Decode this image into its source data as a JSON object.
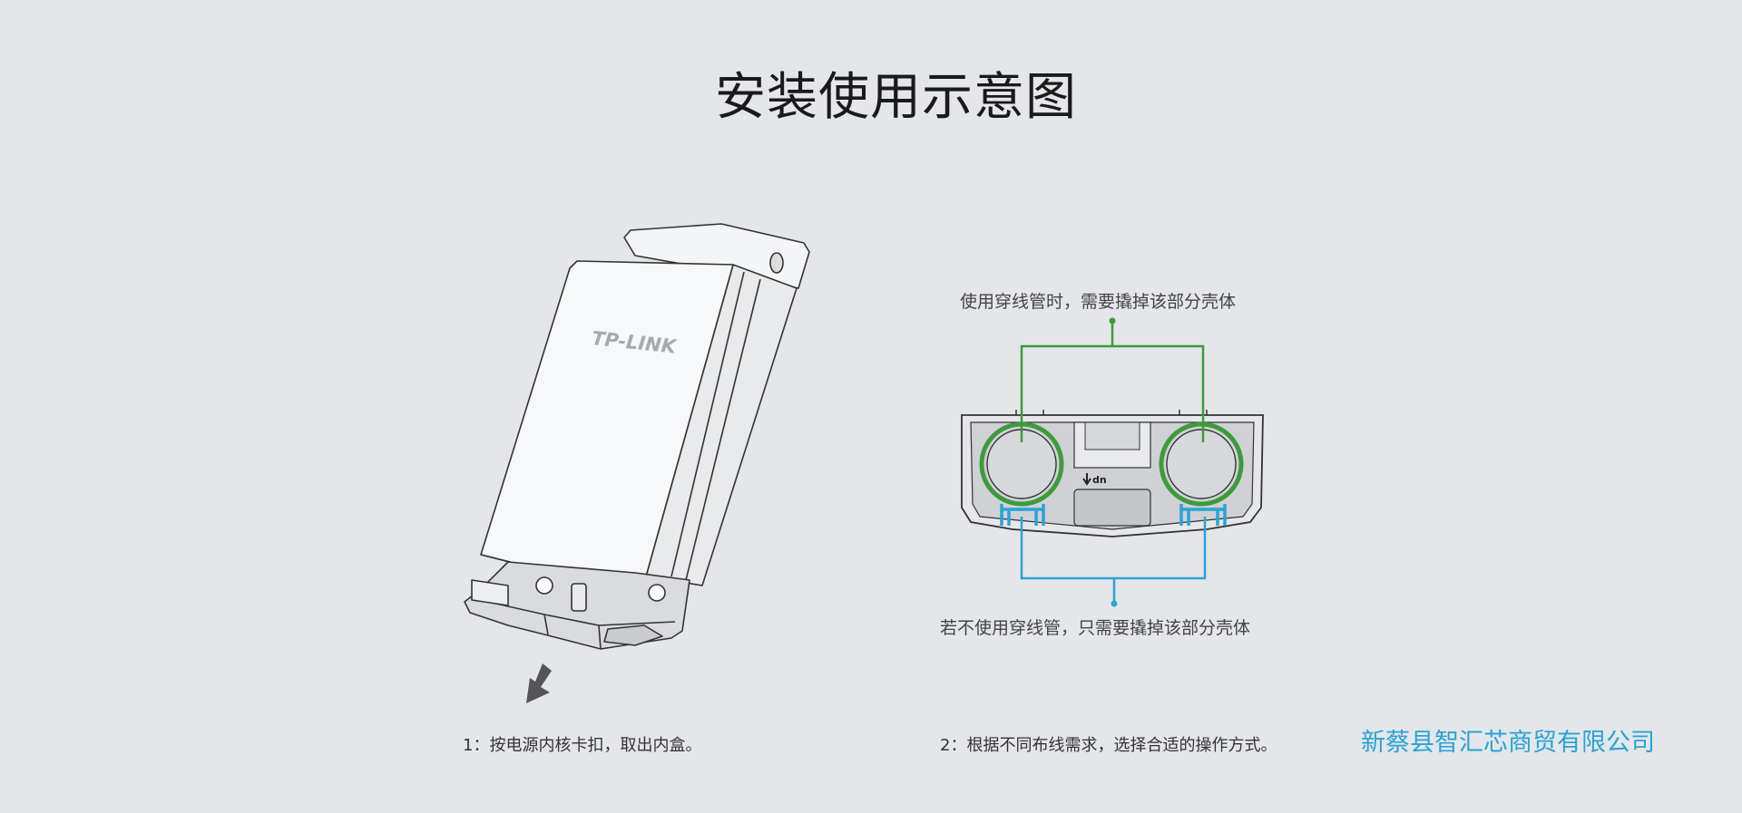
{
  "page": {
    "title": "安装使用示意图"
  },
  "device": {
    "brand_logo": "TP-LINK"
  },
  "callouts": {
    "top": "使用穿线管时，需要撬掉该部分壳体",
    "bottom": "若不使用穿线管，只需要撬掉该部分壳体",
    "bottom_marking": "dn"
  },
  "steps": [
    {
      "label": "1：按电源内核卡扣，取出内盒。"
    },
    {
      "label": "2：根据不同布线需求，选择合适的操作方式。"
    }
  ],
  "watermark": {
    "company": "新蔡县智汇芯商贸有限公司"
  },
  "colors": {
    "green": "#3f9b3a",
    "blue": "#2aa3d6",
    "background": "#e4e6e9"
  }
}
